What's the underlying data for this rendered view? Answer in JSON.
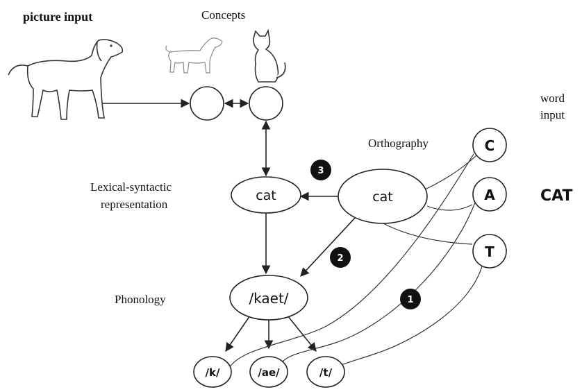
{
  "labels": {
    "picture_input": "picture input",
    "concepts": "Concepts",
    "word_input_line1": "word",
    "word_input_line2": "input",
    "orthography": "Orthography",
    "lexical_line1": "Lexical-syntactic",
    "lexical_line2": "representation",
    "phonology": "Phonology",
    "cat_word": "CAT"
  },
  "nodes": {
    "lexical": "cat",
    "orthographic": "cat",
    "phonological": "/kaet/",
    "letters": [
      "C",
      "A",
      "T"
    ],
    "phonemes": [
      "/k/",
      "/ae/",
      "/t/"
    ]
  },
  "badges": [
    "1",
    "2",
    "3"
  ]
}
